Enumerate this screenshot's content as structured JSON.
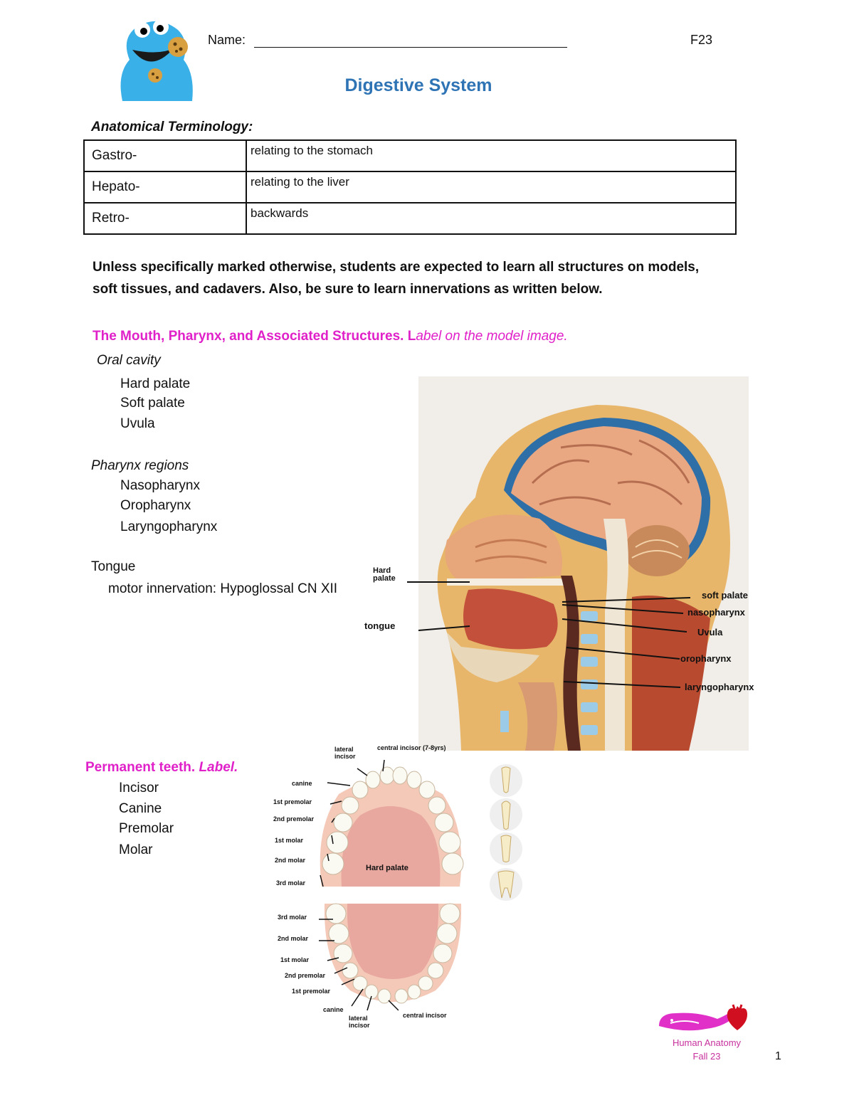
{
  "header": {
    "name_label": "Name:",
    "term_code": "F23",
    "title": "Digestive System"
  },
  "terminology": {
    "heading": "Anatomical Terminology:",
    "rows": [
      {
        "term": "Gastro-",
        "meaning": "relating to the stomach"
      },
      {
        "term": "Hepato-",
        "meaning": "relating to the liver"
      },
      {
        "term": "Retro-",
        "meaning": "backwards"
      }
    ]
  },
  "intro": {
    "line1": "Unless specifically marked otherwise, students are expected to learn all structures on models,",
    "line2": "soft tissues, and cadavers.  Also, be sure to learn innervations as written below."
  },
  "mouth_section": {
    "title_bold": "The Mouth, Pharynx, and Associated Structures. ",
    "title_italic_L": "L",
    "title_italic": "abel on the model image.",
    "oral_cavity_label": "Oral cavity",
    "oral_cavity_items": [
      "Hard palate",
      "Soft palate",
      "Uvula"
    ],
    "pharynx_label": "Pharynx regions",
    "pharynx_items": [
      "Nasopharynx",
      "Oropharynx",
      "Laryngopharynx"
    ],
    "tongue_label": "Tongue",
    "tongue_innervation": "motor innervation: Hypoglossal CN XII"
  },
  "head_labels": {
    "hard_palate": "Hard palate",
    "tongue": "tongue",
    "soft_palate": "soft palate",
    "nasopharynx": "nasopharynx",
    "uvula": "Uvula",
    "oropharynx": "oropharynx",
    "laryngopharynx": "laryngopharynx"
  },
  "teeth_section": {
    "title_bold": "Permanent teeth. ",
    "title_italic": "Label.",
    "items": [
      "Incisor",
      "Canine",
      "Premolar",
      "Molar"
    ],
    "upper_labels": [
      "lateral incisor",
      "central incisor (7-8yrs)",
      "canine",
      "1st premolar",
      "2nd premolar",
      "1st molar",
      "2nd molar",
      "3rd molar"
    ],
    "lower_labels": [
      "3rd molar",
      "2nd molar",
      "1st molar",
      "2nd premolar",
      "1st premolar",
      "canine",
      "lateral incisor",
      "central incisor"
    ],
    "hard_palate_label": "Hard palate"
  },
  "footer": {
    "logo_line1": "Human Anatomy",
    "logo_line2": "Fall 23",
    "page_number": "1"
  },
  "colors": {
    "title_blue": "#2e74b5",
    "section_magenta": "#e020c8",
    "logo_magenta": "#e030c8",
    "heart_red": "#d01020"
  },
  "icons": [
    "cookie-monster-logo",
    "heart-icon",
    "tooth-icon"
  ]
}
